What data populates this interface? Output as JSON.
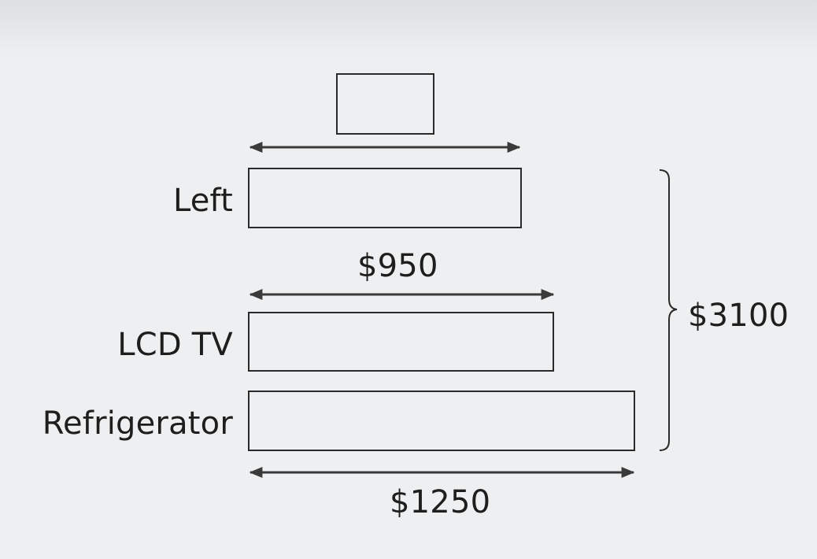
{
  "labels": {
    "left": "Left",
    "tv": "LCD TV",
    "fridge": "Refrigerator"
  },
  "amounts": {
    "tv_diff": "$950",
    "fridge_diff": "$1250",
    "total": "$3100"
  }
}
